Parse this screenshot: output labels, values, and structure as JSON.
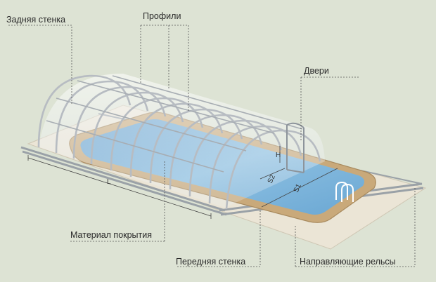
{
  "labels": {
    "back_wall": "Задняя стенка",
    "profiles": "Профили",
    "doors": "Двери",
    "cover_material": "Материал покрытия",
    "front_wall": "Передняя стенка",
    "guide_rails": "Направляющие рельсы"
  },
  "dimensions": {
    "length": "L",
    "height": "H",
    "width_inner": "S2",
    "width_outer": "S1"
  },
  "colors": {
    "background": "#dde3d4",
    "water": "#7fb3d8",
    "pool_rim": "#c9a97a",
    "frame": "#b7bcc2",
    "frame_dark": "#8d949b",
    "deck": "#ebe5d6"
  }
}
